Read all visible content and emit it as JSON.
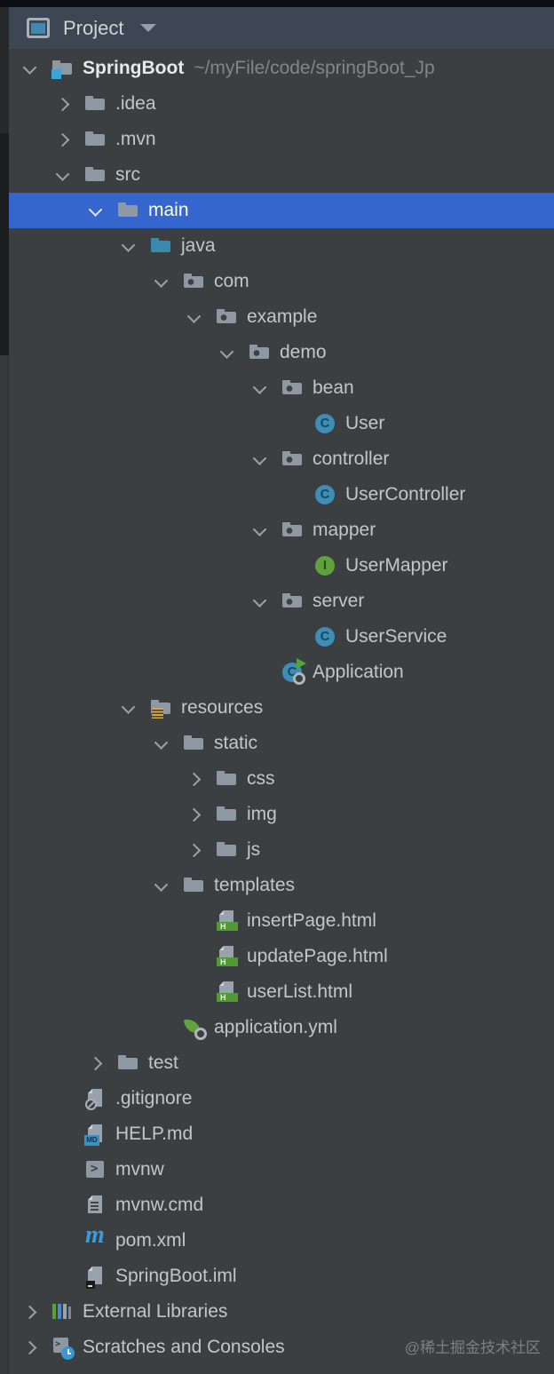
{
  "header": {
    "title": "Project",
    "icon": "project-tool-window-icon"
  },
  "watermark": "@稀土掘金技术社区",
  "colors": {
    "background": "#3c3f41",
    "header_background": "#3d4754",
    "selection_blue": "#3566cd",
    "text": "#c1c6cb",
    "muted_text": "#7f868c",
    "source_folder_blue": "#3a8aae",
    "class_icon_blue": "#3d8db6",
    "interface_icon_green": "#5fa23c",
    "html_icon_green": "#4f9a37",
    "resources_icon_yellow": "#dba43c",
    "maven_icon_blue": "#3d9bd9",
    "md_badge_blue": "#3a92c4"
  },
  "tree": {
    "rows": [
      {
        "label": "SpringBoot",
        "depth": 0,
        "icon": "folder-module-root",
        "chevron": "down",
        "bold": true,
        "selected": false,
        "suffix": "~/myFile/code/springBoot_Jp"
      },
      {
        "label": ".idea",
        "depth": 1,
        "icon": "folder",
        "chevron": "right",
        "bold": false,
        "selected": false,
        "suffix": ""
      },
      {
        "label": ".mvn",
        "depth": 1,
        "icon": "folder",
        "chevron": "right",
        "bold": false,
        "selected": false,
        "suffix": ""
      },
      {
        "label": "src",
        "depth": 1,
        "icon": "folder",
        "chevron": "down",
        "bold": false,
        "selected": false,
        "suffix": ""
      },
      {
        "label": "main",
        "depth": 2,
        "icon": "folder",
        "chevron": "down",
        "bold": false,
        "selected": true,
        "suffix": ""
      },
      {
        "label": "java",
        "depth": 3,
        "icon": "folder-source",
        "chevron": "down",
        "bold": false,
        "selected": false,
        "suffix": ""
      },
      {
        "label": "com",
        "depth": 4,
        "icon": "package",
        "chevron": "down",
        "bold": false,
        "selected": false,
        "suffix": ""
      },
      {
        "label": "example",
        "depth": 5,
        "icon": "package",
        "chevron": "down",
        "bold": false,
        "selected": false,
        "suffix": ""
      },
      {
        "label": "demo",
        "depth": 6,
        "icon": "package",
        "chevron": "down",
        "bold": false,
        "selected": false,
        "suffix": ""
      },
      {
        "label": "bean",
        "depth": 7,
        "icon": "package",
        "chevron": "down",
        "bold": false,
        "selected": false,
        "suffix": ""
      },
      {
        "label": "User",
        "depth": 8,
        "icon": "class",
        "chevron": "none",
        "bold": false,
        "selected": false,
        "suffix": ""
      },
      {
        "label": "controller",
        "depth": 7,
        "icon": "package",
        "chevron": "down",
        "bold": false,
        "selected": false,
        "suffix": ""
      },
      {
        "label": "UserController",
        "depth": 8,
        "icon": "class",
        "chevron": "none",
        "bold": false,
        "selected": false,
        "suffix": ""
      },
      {
        "label": "mapper",
        "depth": 7,
        "icon": "package",
        "chevron": "down",
        "bold": false,
        "selected": false,
        "suffix": ""
      },
      {
        "label": "UserMapper",
        "depth": 8,
        "icon": "interface",
        "chevron": "none",
        "bold": false,
        "selected": false,
        "suffix": ""
      },
      {
        "label": "server",
        "depth": 7,
        "icon": "package",
        "chevron": "down",
        "bold": false,
        "selected": false,
        "suffix": ""
      },
      {
        "label": "UserService",
        "depth": 8,
        "icon": "class",
        "chevron": "none",
        "bold": false,
        "selected": false,
        "suffix": ""
      },
      {
        "label": "Application",
        "depth": 7,
        "icon": "class-run",
        "chevron": "none",
        "bold": false,
        "selected": false,
        "suffix": ""
      },
      {
        "label": "resources",
        "depth": 3,
        "icon": "folder-resources",
        "chevron": "down",
        "bold": false,
        "selected": false,
        "suffix": ""
      },
      {
        "label": "static",
        "depth": 4,
        "icon": "folder",
        "chevron": "down",
        "bold": false,
        "selected": false,
        "suffix": ""
      },
      {
        "label": "css",
        "depth": 5,
        "icon": "folder",
        "chevron": "right",
        "bold": false,
        "selected": false,
        "suffix": ""
      },
      {
        "label": "img",
        "depth": 5,
        "icon": "folder",
        "chevron": "right",
        "bold": false,
        "selected": false,
        "suffix": ""
      },
      {
        "label": "js",
        "depth": 5,
        "icon": "folder",
        "chevron": "right",
        "bold": false,
        "selected": false,
        "suffix": ""
      },
      {
        "label": "templates",
        "depth": 4,
        "icon": "folder",
        "chevron": "down",
        "bold": false,
        "selected": false,
        "suffix": ""
      },
      {
        "label": "insertPage.html",
        "depth": 5,
        "icon": "html",
        "chevron": "none",
        "bold": false,
        "selected": false,
        "suffix": ""
      },
      {
        "label": "updatePage.html",
        "depth": 5,
        "icon": "html",
        "chevron": "none",
        "bold": false,
        "selected": false,
        "suffix": ""
      },
      {
        "label": "userList.html",
        "depth": 5,
        "icon": "html",
        "chevron": "none",
        "bold": false,
        "selected": false,
        "suffix": ""
      },
      {
        "label": "application.yml",
        "depth": 4,
        "icon": "spring-config",
        "chevron": "none",
        "bold": false,
        "selected": false,
        "suffix": ""
      },
      {
        "label": "test",
        "depth": 2,
        "icon": "folder",
        "chevron": "right",
        "bold": false,
        "selected": false,
        "suffix": ""
      },
      {
        "label": ".gitignore",
        "depth": 1,
        "icon": "file-ignored",
        "chevron": "none",
        "bold": false,
        "selected": false,
        "suffix": ""
      },
      {
        "label": "HELP.md",
        "depth": 1,
        "icon": "file-md",
        "chevron": "none",
        "bold": false,
        "selected": false,
        "suffix": ""
      },
      {
        "label": "mvnw",
        "depth": 1,
        "icon": "shell",
        "chevron": "none",
        "bold": false,
        "selected": false,
        "suffix": ""
      },
      {
        "label": "mvnw.cmd",
        "depth": 1,
        "icon": "file-text",
        "chevron": "none",
        "bold": false,
        "selected": false,
        "suffix": ""
      },
      {
        "label": "pom.xml",
        "depth": 1,
        "icon": "maven",
        "chevron": "none",
        "bold": false,
        "selected": false,
        "suffix": ""
      },
      {
        "label": "SpringBoot.iml",
        "depth": 1,
        "icon": "module-iml",
        "chevron": "none",
        "bold": false,
        "selected": false,
        "suffix": ""
      },
      {
        "label": "External Libraries",
        "depth": 0,
        "icon": "libraries",
        "chevron": "right",
        "bold": false,
        "selected": false,
        "suffix": ""
      },
      {
        "label": "Scratches and Consoles",
        "depth": 0,
        "icon": "scratches",
        "chevron": "right",
        "bold": false,
        "selected": false,
        "suffix": ""
      }
    ]
  }
}
